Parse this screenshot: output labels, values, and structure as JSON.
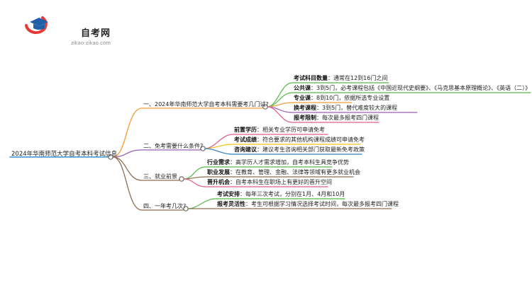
{
  "logo": {
    "title": "自考网",
    "subtitle": "zikao-zikao.com"
  },
  "root": "2024年华南师范大学自考本科考试信息",
  "branches": [
    {
      "label": "一、2024年华南师范大学自考本科需要考几门试?",
      "color": "#f39c34",
      "children": [
        {
          "title": "考试科目数量",
          "text": "通常在12到16门之间",
          "color": "#56b847"
        },
        {
          "title": "公共课",
          "text": "3到5门，必考课程包括《中国近现代史纲要》、《马克思基本原理概论》、《英语（二）》",
          "color": "#56b847"
        },
        {
          "title": "专业课",
          "text": "8到10门，依据所选专业设置",
          "color": "#f39c34"
        },
        {
          "title": "换考课程",
          "text": "3到5门，替代难度较大的课程",
          "color": "#9c5fb5"
        },
        {
          "title": "报考限制",
          "text": "每次最多报考四门课程",
          "color": "#e05c8a"
        }
      ]
    },
    {
      "label": "二、免考需要什么条件?",
      "color": "#9c5fb5",
      "children": [
        {
          "title": "前置学历",
          "text": "相关专业学历可申请免考",
          "color": "#e05c8a"
        },
        {
          "title": "考试成绩",
          "text": "符合要求的其他机构课程成绩可申请免考",
          "color": "#f0c419"
        },
        {
          "title": "咨询建议",
          "text": "建议考生咨询相关部门获取最新免考政策",
          "color": "#2e7fc0"
        }
      ]
    },
    {
      "label": "三、就业前景",
      "color": "#8d6e4f",
      "children": [
        {
          "title": "行业需求",
          "text": "高学历人才需求增加，自考本科生具竞争优势",
          "color": "#56b847"
        },
        {
          "title": "职业发展",
          "text": "在教育、管理、金融、法律等领域有更多就业机会",
          "color": "#8d6e4f"
        },
        {
          "title": "晋升机会",
          "text": "自考本科生在职场上有更好的晋升空间",
          "color": "#e05c8a"
        }
      ]
    },
    {
      "label": "四、一年考几次?",
      "color": "#8d6e4f",
      "children": [
        {
          "title": "考试安排",
          "text": "每年三次考试，分别在1月、4月和10月",
          "color": "#56b847"
        },
        {
          "title": "报考灵活性",
          "text": "考生可根据学习情况选择考试时间，每次最多报考四门课程",
          "color": "#8d6e4f"
        }
      ]
    }
  ],
  "colors": {
    "root_line": "#3a8fd0"
  }
}
